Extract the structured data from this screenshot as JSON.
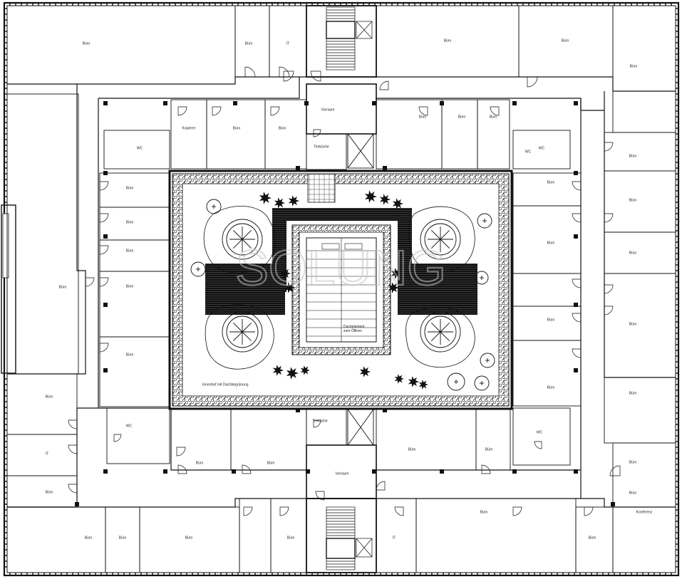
{
  "plan": {
    "courtyard_label": "Innenhof mit Dachbegrünung",
    "skylight_label": "Dachelement zum Öffnen",
    "watermark_letters": "SOLUNG",
    "rooms": [
      {
        "id": "r1",
        "label": "Büro"
      },
      {
        "id": "r2",
        "label": "Büro"
      },
      {
        "id": "r3",
        "label": "IT"
      },
      {
        "id": "r4",
        "label": "Büro"
      },
      {
        "id": "r5",
        "label": "Büro"
      },
      {
        "id": "r6",
        "label": "Büro"
      },
      {
        "id": "r7",
        "label": "Vorraum"
      },
      {
        "id": "r8",
        "label": "Kopierer"
      },
      {
        "id": "r9",
        "label": "Büro"
      },
      {
        "id": "r10",
        "label": "Büro"
      },
      {
        "id": "r11",
        "label": "Teeküche"
      },
      {
        "id": "r12",
        "label": "Büro"
      },
      {
        "id": "r13",
        "label": "Büro"
      },
      {
        "id": "r14",
        "label": "Büro"
      },
      {
        "id": "r15",
        "label": "WC"
      },
      {
        "id": "r16",
        "label": "WC"
      },
      {
        "id": "r17",
        "label": "WC"
      },
      {
        "id": "r18",
        "label": "Büro"
      },
      {
        "id": "r19",
        "label": "Büro"
      },
      {
        "id": "r20",
        "label": "Büro"
      },
      {
        "id": "r21",
        "label": "Büro"
      },
      {
        "id": "r22",
        "label": "Büro"
      },
      {
        "id": "r23",
        "label": "Büro"
      },
      {
        "id": "r24",
        "label": "Büro"
      },
      {
        "id": "r25",
        "label": "Büro"
      },
      {
        "id": "r26",
        "label": "Büro"
      },
      {
        "id": "r27",
        "label": "Büro"
      },
      {
        "id": "r28",
        "label": "Büro"
      },
      {
        "id": "r29",
        "label": "Büro"
      },
      {
        "id": "r30",
        "label": "Büro"
      },
      {
        "id": "r31",
        "label": "Büro"
      },
      {
        "id": "r32",
        "label": "Büro"
      },
      {
        "id": "r33",
        "label": "Büro"
      },
      {
        "id": "r34",
        "label": "Büro"
      },
      {
        "id": "r35",
        "label": "Büro"
      },
      {
        "id": "r36",
        "label": "IT"
      },
      {
        "id": "r37",
        "label": "Büro"
      },
      {
        "id": "r38",
        "label": "WC"
      },
      {
        "id": "r39",
        "label": "Teeküche"
      },
      {
        "id": "r40",
        "label": "Büro"
      },
      {
        "id": "r41",
        "label": "Büro"
      },
      {
        "id": "r42",
        "label": "Büro"
      },
      {
        "id": "r43",
        "label": "WC"
      },
      {
        "id": "r44",
        "label": "Büro"
      },
      {
        "id": "r45",
        "label": "Vorraum"
      },
      {
        "id": "r46",
        "label": "Büro"
      },
      {
        "id": "r47",
        "label": "Büro"
      },
      {
        "id": "r48",
        "label": "Büro"
      },
      {
        "id": "r49",
        "label": "Büro"
      },
      {
        "id": "r50",
        "label": "IT"
      },
      {
        "id": "r51",
        "label": "Büro"
      },
      {
        "id": "r52",
        "label": "Büro"
      },
      {
        "id": "r53",
        "label": "Konferenz"
      }
    ]
  }
}
